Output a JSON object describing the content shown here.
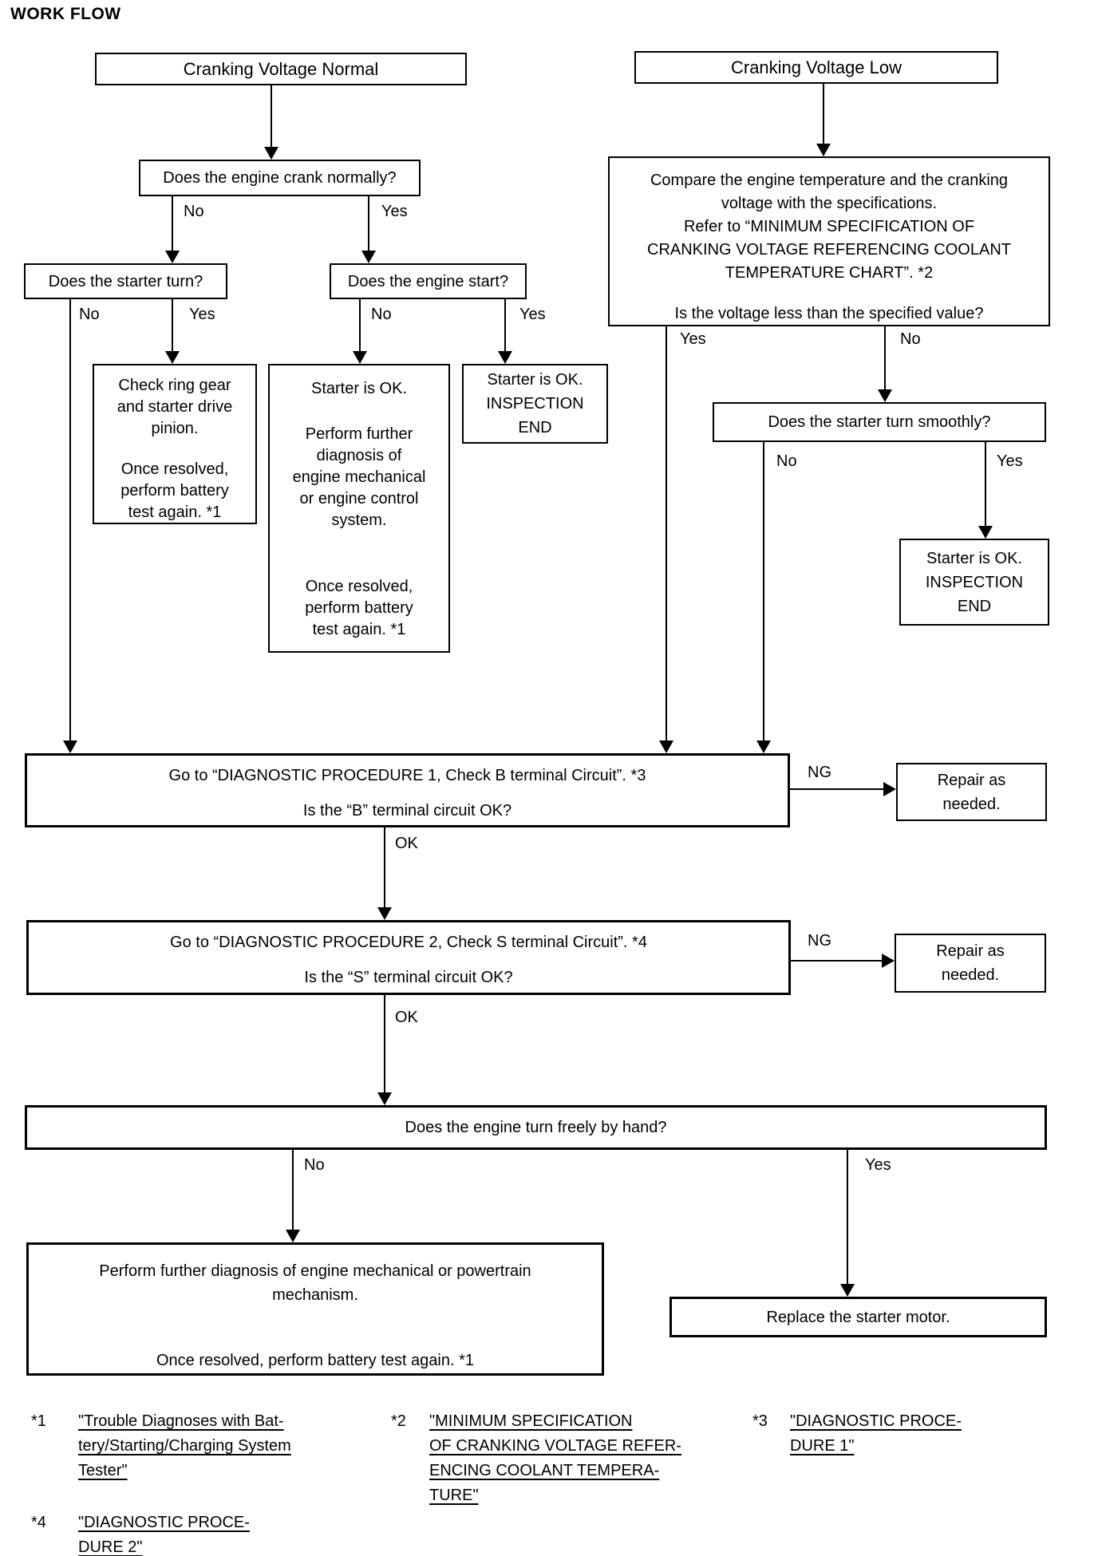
{
  "page": {
    "title": "WORK FLOW"
  },
  "nodes": {
    "cranking_voltage_normal": "Cranking Voltage Normal",
    "cranking_voltage_low": "Cranking Voltage Low",
    "engine_crank_normally": "Does the engine crank normally?",
    "starter_turn": "Does the starter turn?",
    "engine_start": "Does the engine start?",
    "check_ring_gear": {
      "p1": "Check ring gear\nand starter drive\npinion.",
      "p2": "Once resolved,\nperform battery\ntest again. *1"
    },
    "starter_ok_further_diagnosis": {
      "p1": "Starter is OK.",
      "p2": "Perform further\ndiagnosis of\nengine mechanical\nor engine control\nsystem.",
      "p3": "Once resolved,\nperform battery\ntest again. *1"
    },
    "starter_ok_inspection_end_left": "Starter is OK.\nINSPECTION\nEND",
    "compare_voltage": {
      "p1": "Compare the engine temperature and the cranking\nvoltage with the specifications.",
      "p2": "Refer to “MINIMUM SPECIFICATION OF\nCRANKING VOLTAGE REFERENCING COOLANT\nTEMPERATURE CHART”. *2",
      "p3": "Is the voltage less than the specified value?"
    },
    "starter_turn_smoothly": "Does the starter turn smoothly?",
    "starter_ok_inspection_end_right": "Starter is OK.\nINSPECTION\nEND",
    "diagnostic_procedure_1": {
      "p1": "Go to “DIAGNOSTIC PROCEDURE 1, Check B terminal Circuit”. *3",
      "p2": "Is the “B” terminal circuit OK?"
    },
    "repair_as_needed_1": "Repair as\nneeded.",
    "diagnostic_procedure_2": {
      "p1": "Go to “DIAGNOSTIC PROCEDURE 2, Check S terminal Circuit”. *4",
      "p2": "Is the “S” terminal circuit OK?"
    },
    "repair_as_needed_2": "Repair as\nneeded.",
    "engine_turn_freely": "Does the engine turn freely by hand?",
    "further_diagnosis_powertrain": {
      "p1": "Perform further diagnosis of engine mechanical or powertrain\nmechanism.",
      "p2": "Once resolved, perform battery test again. *1"
    },
    "replace_starter_motor": "Replace the starter motor."
  },
  "edge_labels": {
    "yes": "Yes",
    "no": "No",
    "ok": "OK",
    "ng": "NG"
  },
  "footnotes": [
    {
      "ref": "*1",
      "lines": [
        "\"Trouble Diagnoses with Bat-",
        "tery/Starting/Charging System",
        "Tester\""
      ]
    },
    {
      "ref": "*2",
      "lines": [
        "\"MINIMUM SPECIFICATION",
        "OF CRANKING VOLTAGE REFER-",
        "ENCING COOLANT TEMPERA-",
        "TURE\""
      ]
    },
    {
      "ref": "*3",
      "lines": [
        "\"DIAGNOSTIC PROCE-",
        "DURE 1\""
      ]
    },
    {
      "ref": "*4",
      "lines": [
        "\"DIAGNOSTIC PROCE-",
        "DURE 2\""
      ]
    }
  ]
}
